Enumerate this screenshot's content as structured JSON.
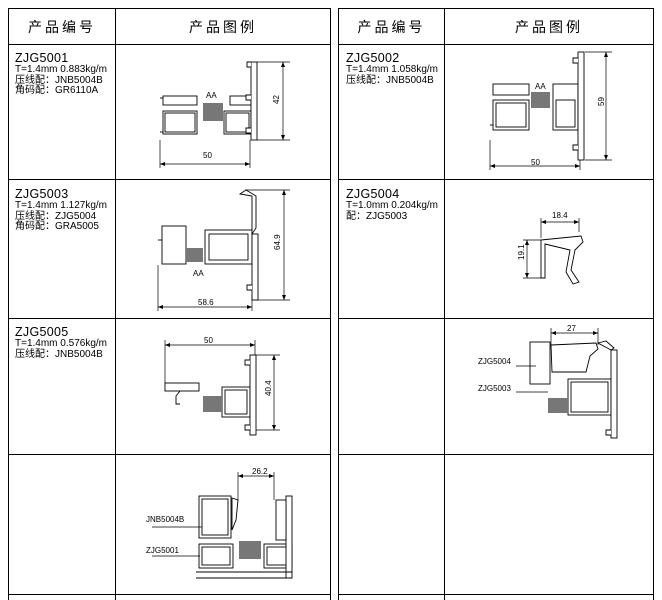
{
  "headers": {
    "left_code": "产品编号",
    "left_image": "产品图例",
    "right_code": "产品编号",
    "right_image": "产品图例"
  },
  "products": [
    {
      "id": "ZJG5001",
      "spec": "T=1.4mm  0.883kg/m",
      "lines": [
        "压线配：JNB5004B",
        "角码配：GR6110A"
      ],
      "dims": {
        "width": "50",
        "height": "42",
        "label": "AA"
      }
    },
    {
      "id": "ZJG5002",
      "spec": "T=1.4mm  1.058kg/m",
      "lines": [
        "压线配：JNB5004B"
      ],
      "dims": {
        "width": "50",
        "height": "59",
        "label": "AA"
      }
    },
    {
      "id": "ZJG5003",
      "spec": "T=1.4mm  1.127kg/m",
      "lines": [
        "压线配：ZJG5004",
        "角码配：GRA5005"
      ],
      "dims": {
        "width": "58.6",
        "height": "64.9",
        "label": "AA"
      }
    },
    {
      "id": "ZJG5004",
      "spec": "T=1.0mm  0.204kg/m",
      "lines": [
        "配：ZJG5003"
      ],
      "dims": {
        "width": "18.4",
        "height": "19.1"
      }
    },
    {
      "id": "ZJG5005",
      "spec": "T=1.4mm  0.576kg/m",
      "lines": [
        "压线配：JNB5004B"
      ],
      "dims": {
        "width": "50",
        "height": "40.4"
      }
    }
  ],
  "assemblies": [
    {
      "dim": "27",
      "labels": [
        "ZJG5004",
        "ZJG5003"
      ]
    },
    {
      "dim": "26.2",
      "labels": [
        "JNB5004B",
        "ZJG5001"
      ]
    }
  ]
}
